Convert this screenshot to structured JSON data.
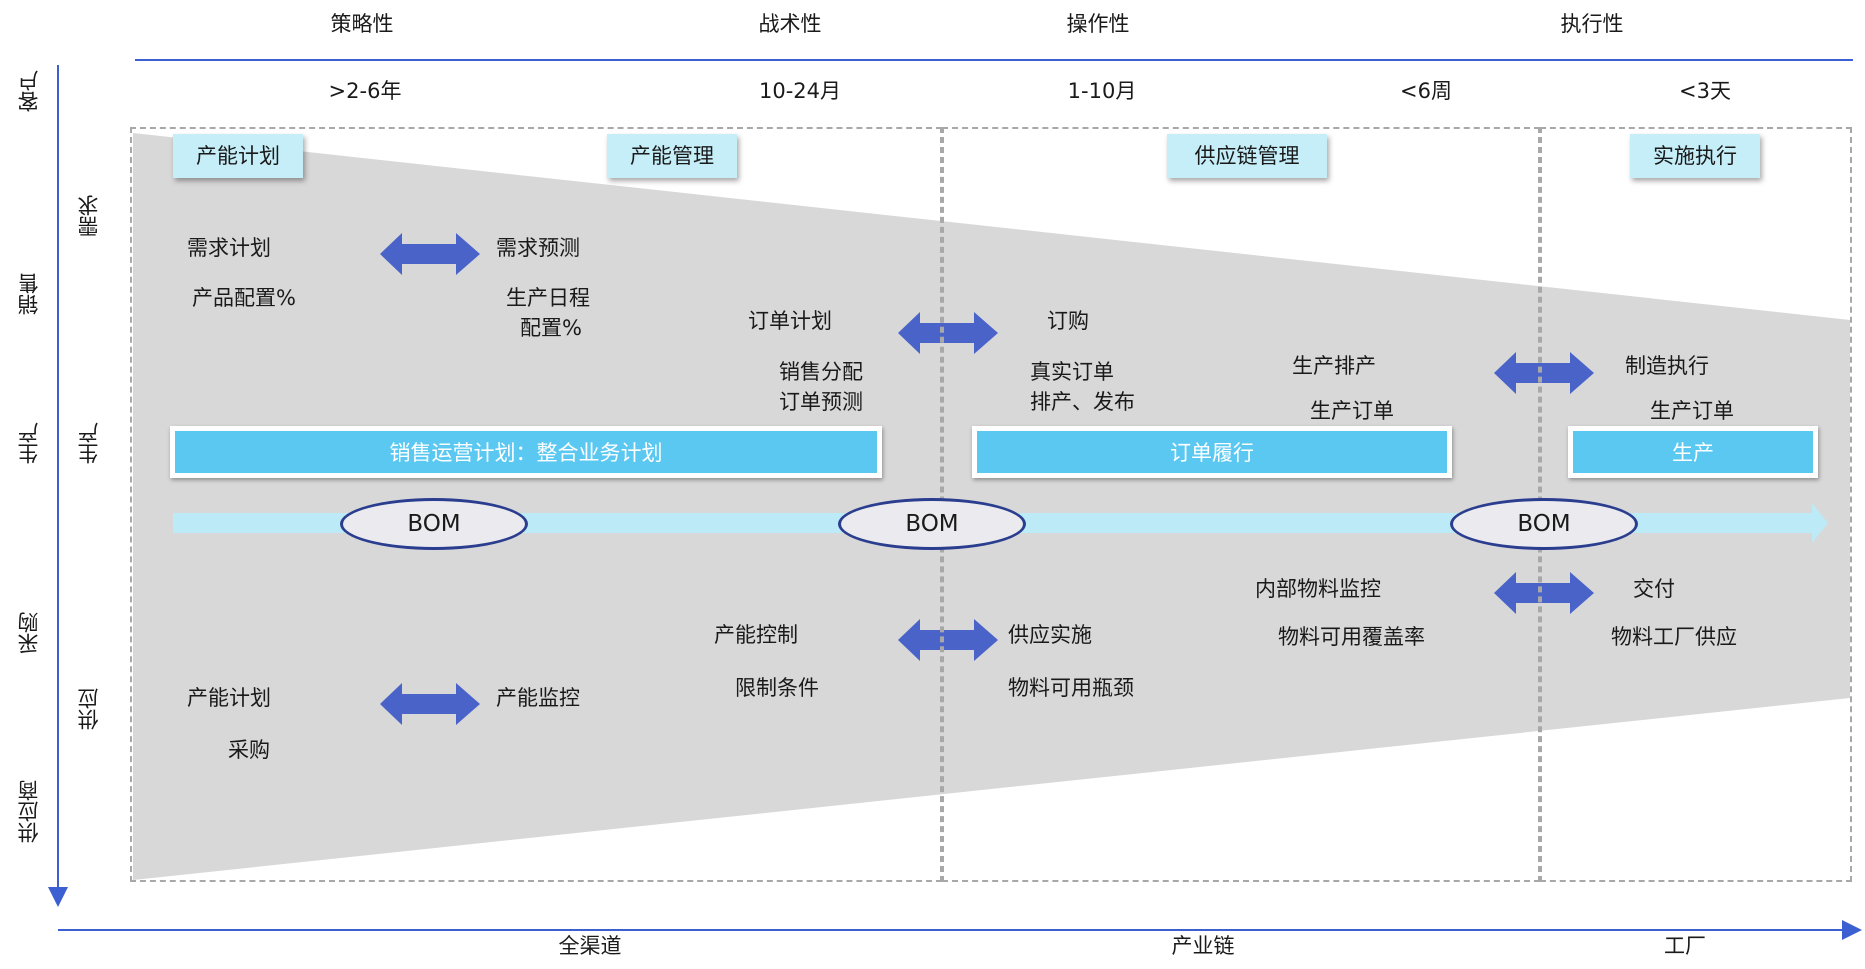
{
  "header": {
    "categories": [
      "策略性",
      "战术性",
      "操作性",
      "执行性"
    ],
    "periods": [
      ">2-6年",
      "10-24月",
      "1-10月",
      "<6周",
      "<3天"
    ]
  },
  "left_axis": {
    "outer": [
      "客户",
      "销售",
      "生产",
      "采购",
      "供应商"
    ],
    "inner": [
      "需求",
      "生产",
      "供应"
    ]
  },
  "bottom_axis": [
    "全渠道",
    "产业链",
    "工厂"
  ],
  "phases": [
    "产能计划",
    "产能管理",
    "供应链管理",
    "实施执行"
  ],
  "demand": {
    "left": [
      "需求计划",
      "产品配置%"
    ],
    "mid": [
      "需求预测",
      "生产日程",
      "配置%"
    ],
    "order_plan": [
      "订单计划",
      "销售分配",
      "订单预测"
    ],
    "order": [
      "订购",
      "真实订单",
      "排产、发布"
    ],
    "production": [
      "生产排产",
      "生产订单"
    ],
    "execution": [
      "制造执行",
      "生产订单"
    ]
  },
  "bands": [
    "销售运营计划：整合业务计划",
    "订单履行",
    "生产"
  ],
  "bom_label": "BOM",
  "supply": {
    "left": [
      "产能计划",
      "采购"
    ],
    "mid": [
      "产能监控"
    ],
    "capacity": [
      "产能控制",
      "限制条件"
    ],
    "implement": [
      "供应实施",
      "物料可用瓶颈"
    ],
    "material": [
      "内部物料监控",
      "物料可用覆盖率"
    ],
    "delivery": [
      "交付",
      "物料工厂供应"
    ]
  },
  "colors": {
    "axis": "#3c5fd1",
    "funnel": "#d8d8d8",
    "arrow": "#4a63c9",
    "phase_box": "#c6eef9",
    "band": "#5bc8f2",
    "flow": "#bdeaf7",
    "bom_border": "#2a3d8f"
  }
}
